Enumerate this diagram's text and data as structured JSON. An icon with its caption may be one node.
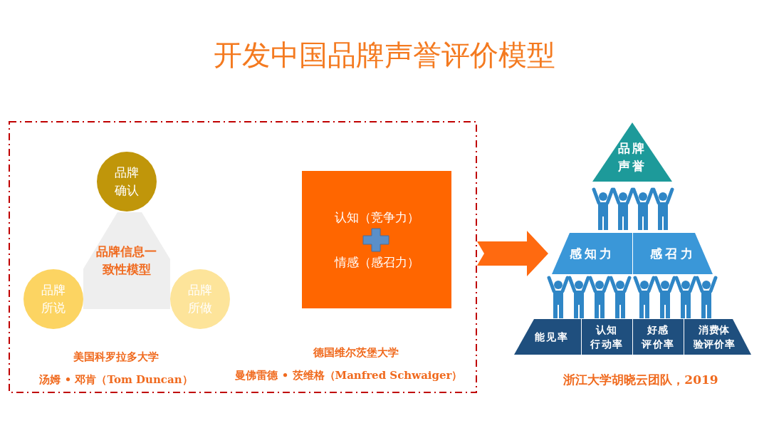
{
  "diagram": {
    "title": "开发中国品牌声誉评价模型",
    "nodes": [
      {
        "text": [],
        "shape": "box"
      },
      {
        "text": [
          "品牌信息一致性模型"
        ],
        "in": 0
      },
      {
        "text": [
          "品牌确认"
        ],
        "in": 0
      },
      {
        "text": [
          "品牌所说"
        ],
        "in": 0
      },
      {
        "text": [
          "品牌所做"
        ],
        "in": 0
      },
      {
        "text": [
          "认知（竞争力）",
          "情感（感召力）"
        ],
        "in": 0
      },
      {
        "text": [
          "品牌声誉"
        ]
      },
      {
        "text": [
          "感知力"
        ]
      },
      {
        "text": [
          "感召力"
        ]
      },
      {
        "text": [
          "能见率"
        ]
      },
      {
        "text": [
          "认知行动率"
        ]
      },
      {
        "text": [
          "好感评价率"
        ]
      },
      {
        "text": [
          "消费体验评价率"
        ]
      }
    ],
    "edges": [
      {
        "from": 0,
        "to": 7,
        "arrow": "to"
      }
    ],
    "labels": [
      "美国科罗拉多大学",
      "汤姆 • 邓肯（Tom Duncan）",
      "德国维尔茨堡大学",
      "曼佛雷德 • 茨维格（Manfred Schwaiger）",
      "浙江大学胡晓云团队，2019"
    ]
  }
}
